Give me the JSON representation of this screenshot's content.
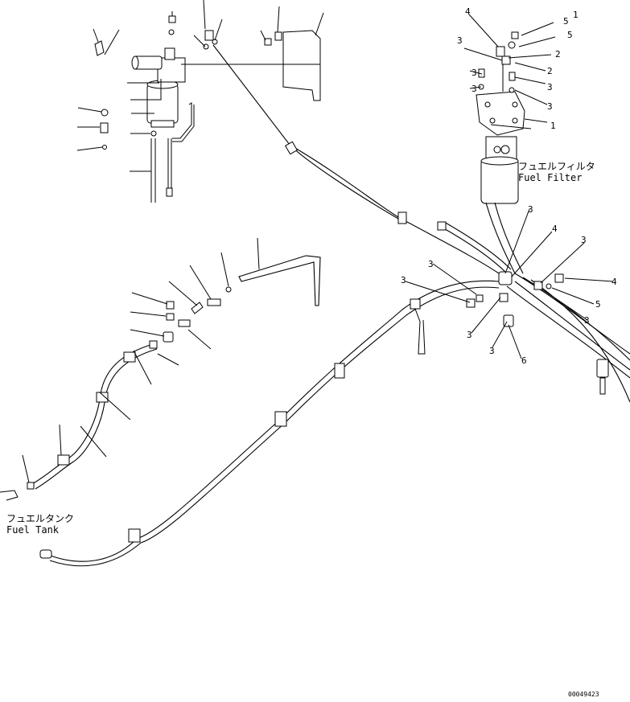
{
  "captions": {
    "fuel_filter_jp": "フュエルフィルタ",
    "fuel_filter_en": "Fuel Filter",
    "fuel_tank_jp": "フュエルタンク",
    "fuel_tank_en": "Fuel Tank"
  },
  "callouts": [
    "1",
    "5",
    "2",
    "3",
    "4",
    "2",
    "3",
    "3",
    "1",
    "3",
    "3",
    "4",
    "5",
    "3",
    "3",
    "6",
    "3",
    "3",
    "3",
    "3",
    "4",
    "5",
    "3"
  ],
  "drawing_number": "00049423"
}
